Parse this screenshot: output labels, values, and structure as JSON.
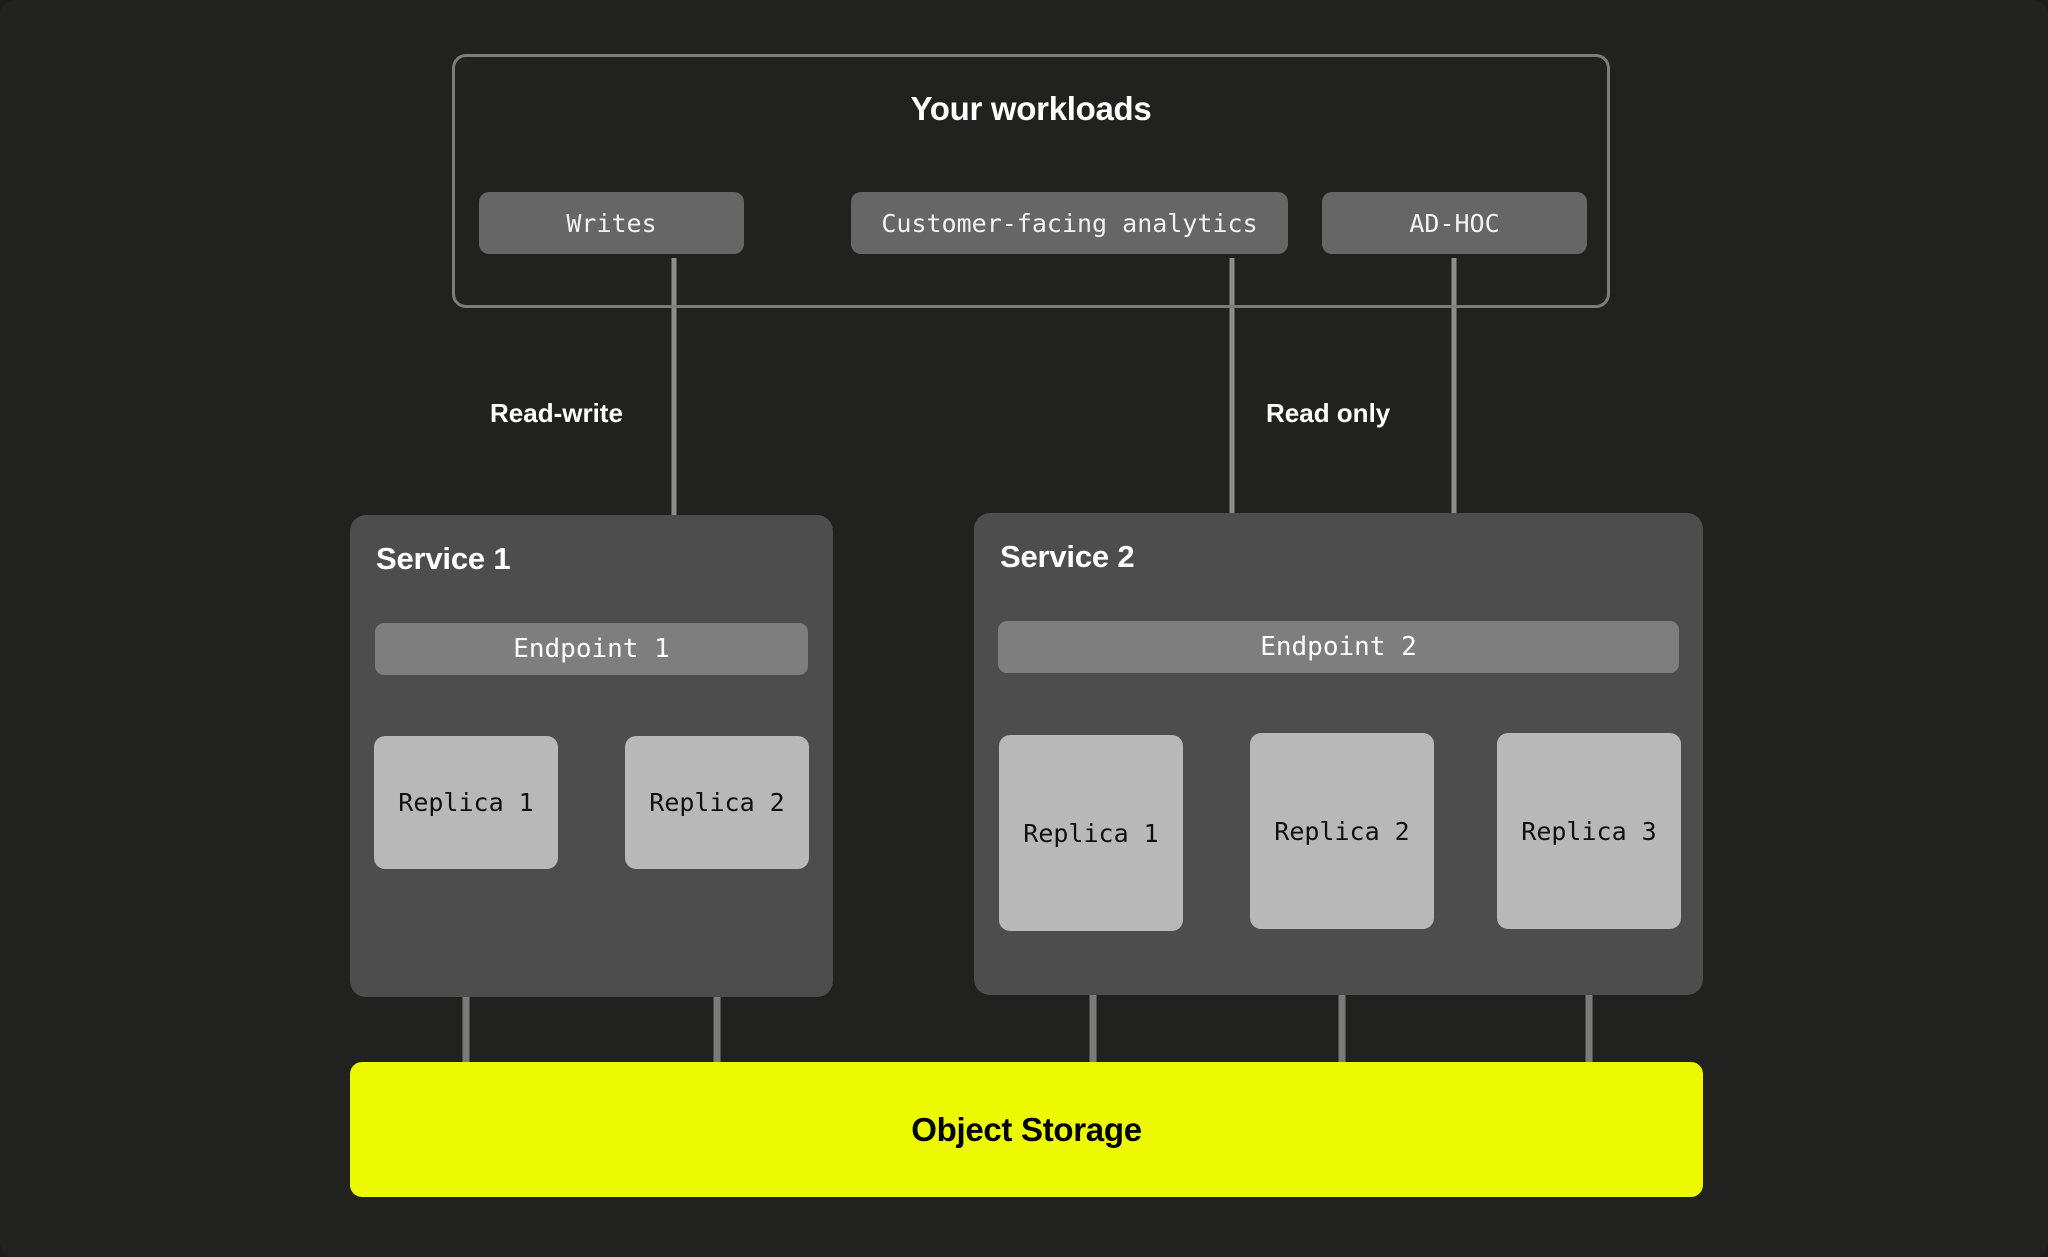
{
  "theme": {
    "background": "#212120",
    "panel": "#4d4d4d",
    "chip": "#666666",
    "endpoint": "#7e7e7e",
    "replica": "#b8b8b8",
    "line": "#7a7a7a",
    "frame_border": "#7c7c7c",
    "accent_yellow": "#ecf900",
    "text_light": "#ffffff",
    "text_dark": "#101010"
  },
  "workloads": {
    "title": "Your workloads",
    "items": [
      {
        "label": "Writes"
      },
      {
        "label": "Customer-facing analytics"
      },
      {
        "label": "AD-HOC"
      }
    ]
  },
  "edge_labels": {
    "read_write": "Read-write",
    "read_only": "Read only"
  },
  "services": [
    {
      "title": "Service 1",
      "endpoint": "Endpoint 1",
      "replicas": [
        {
          "label": "Replica 1"
        },
        {
          "label": "Replica 2"
        }
      ]
    },
    {
      "title": "Service 2",
      "endpoint": "Endpoint 2",
      "replicas": [
        {
          "label": "Replica 1"
        },
        {
          "label": "Replica 2"
        },
        {
          "label": "Replica 3"
        }
      ]
    }
  ],
  "storage": {
    "label": "Object Storage"
  }
}
